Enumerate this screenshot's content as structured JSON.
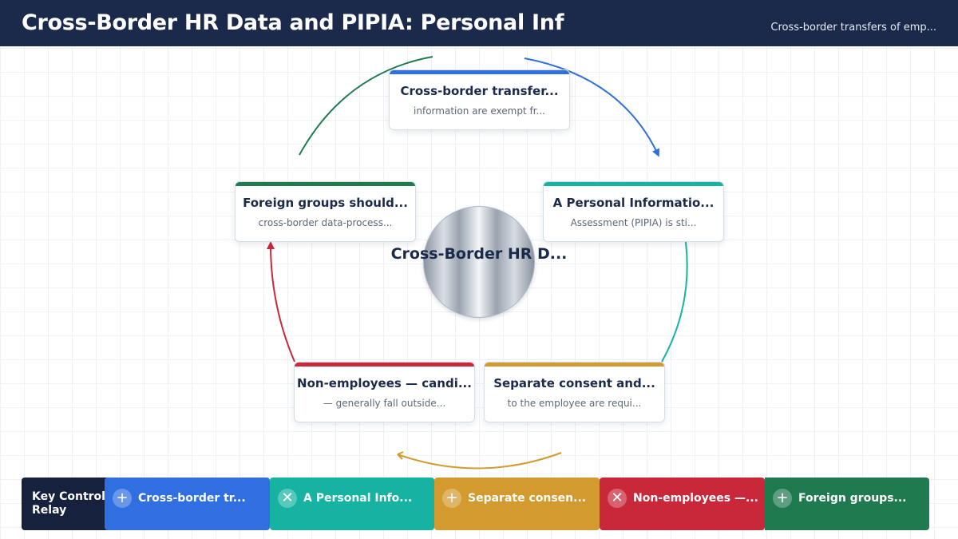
{
  "header": {
    "title": "Cross-Border HR Data and PIPIA: Personal Info...",
    "subtitle": "Cross-border transfers of emp..."
  },
  "hub": {
    "label": "Cross-Border HR D..."
  },
  "cards": [
    {
      "title": "Cross-border transfer...",
      "subtitle": "information are exempt fr...",
      "color": "#2f6fe0"
    },
    {
      "title": "A Personal Informatio...",
      "subtitle": "Assessment (PIPIA) is sti...",
      "color": "#16b3a3"
    },
    {
      "title": "Separate consent and...",
      "subtitle": "to the employee are requi...",
      "color": "#d39a2f"
    },
    {
      "title": "Non-employees — candi...",
      "subtitle": "— generally fall outside...",
      "color": "#c9283a"
    },
    {
      "title": "Foreign groups should...",
      "subtitle": "cross-border data-process...",
      "color": "#1f7a4f"
    }
  ],
  "relay": {
    "label": "Key Control Relay",
    "items": [
      {
        "icon": "plus-icon",
        "symbol": "+",
        "label": "Cross-border tr...",
        "color": "#2f6fe0"
      },
      {
        "icon": "close-icon",
        "symbol": "✕",
        "label": "A Personal Info...",
        "color": "#16b3a3"
      },
      {
        "icon": "plus-icon",
        "symbol": "+",
        "label": "Separate consen...",
        "color": "#d39a2f"
      },
      {
        "icon": "close-icon",
        "symbol": "✕",
        "label": "Non-employees —...",
        "color": "#c9283a"
      },
      {
        "icon": "plus-icon",
        "symbol": "+",
        "label": "Foreign groups...",
        "color": "#1f7a4f"
      }
    ]
  }
}
